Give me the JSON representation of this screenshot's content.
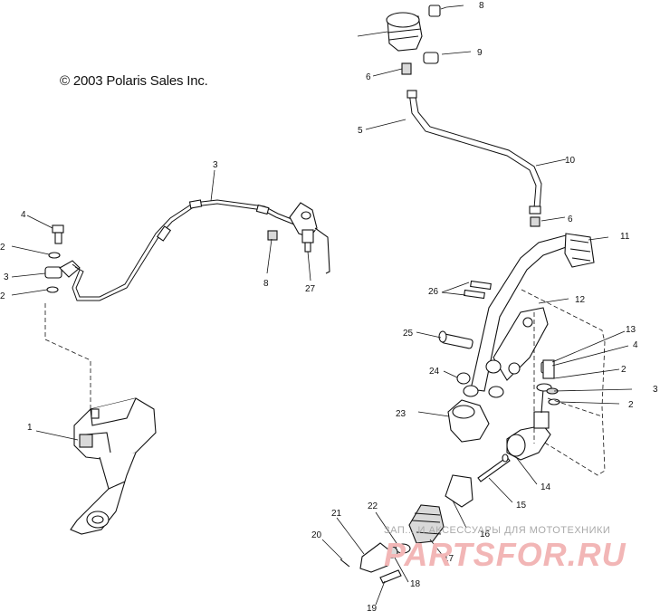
{
  "copyright": "© 2003 Polaris Sales Inc.",
  "callouts": [
    "1",
    "2",
    "3",
    "4",
    "5",
    "6",
    "8",
    "9",
    "10",
    "11",
    "12",
    "13",
    "14",
    "15",
    "16",
    "17",
    "18",
    "19",
    "20",
    "21",
    "22",
    "23",
    "24",
    "25",
    "26",
    "27"
  ],
  "watermark": {
    "top_text": "ЗАП... И АКСЕССУАРЫ ДЛЯ МОТОТЕХНИКИ",
    "logo_text": "PARTSFOR.RU",
    "color": "#f2b6b6"
  }
}
